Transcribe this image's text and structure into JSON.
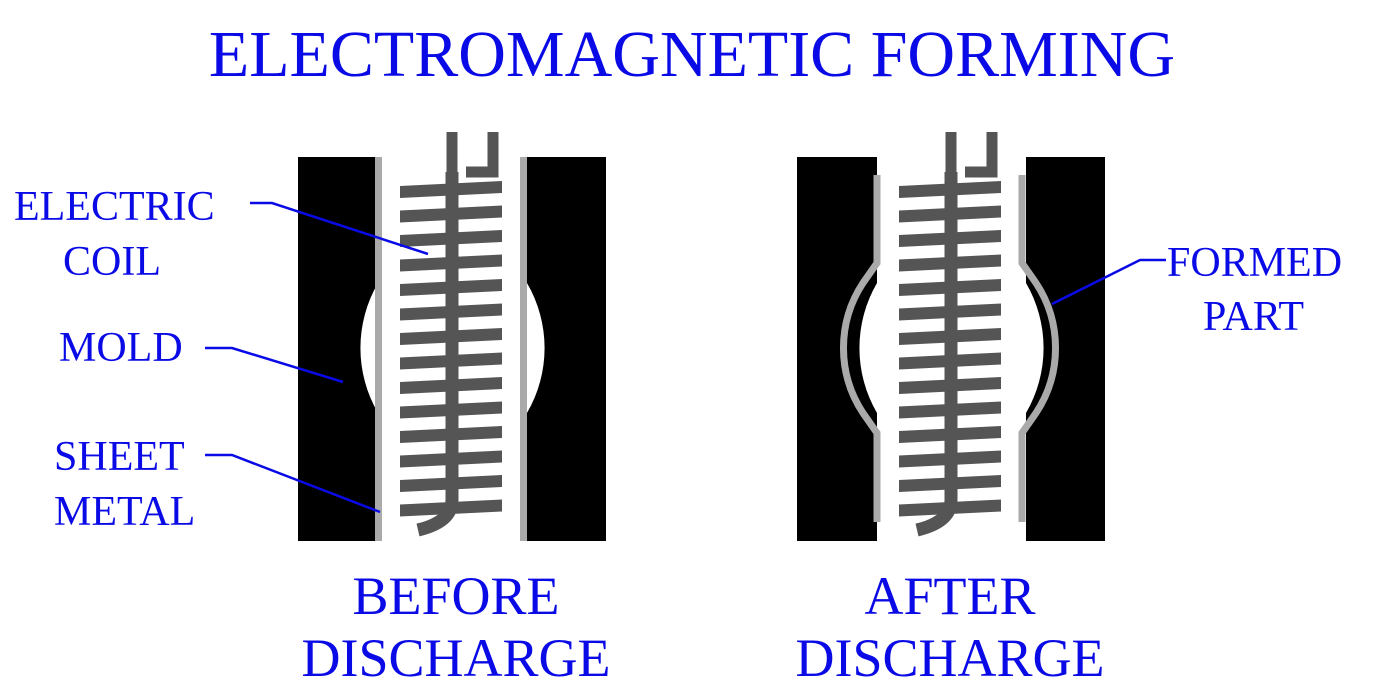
{
  "title": "ELECTROMAGNETIC FORMING",
  "labels": {
    "electric_coil": [
      "ELECTRIC",
      "COIL"
    ],
    "mold": "MOLD",
    "sheet_metal": [
      "SHEET",
      "METAL"
    ],
    "formed_part": [
      "FORMED",
      "PART"
    ]
  },
  "captions": {
    "before": [
      "BEFORE",
      "DISCHARGE"
    ],
    "after": [
      "AFTER",
      "DISCHARGE"
    ]
  },
  "colors": {
    "text": "#0a0ae6",
    "mold": "#000000",
    "coil": "#555555",
    "sheet": "#aaaaaa",
    "leader": "#0a0ae6"
  }
}
